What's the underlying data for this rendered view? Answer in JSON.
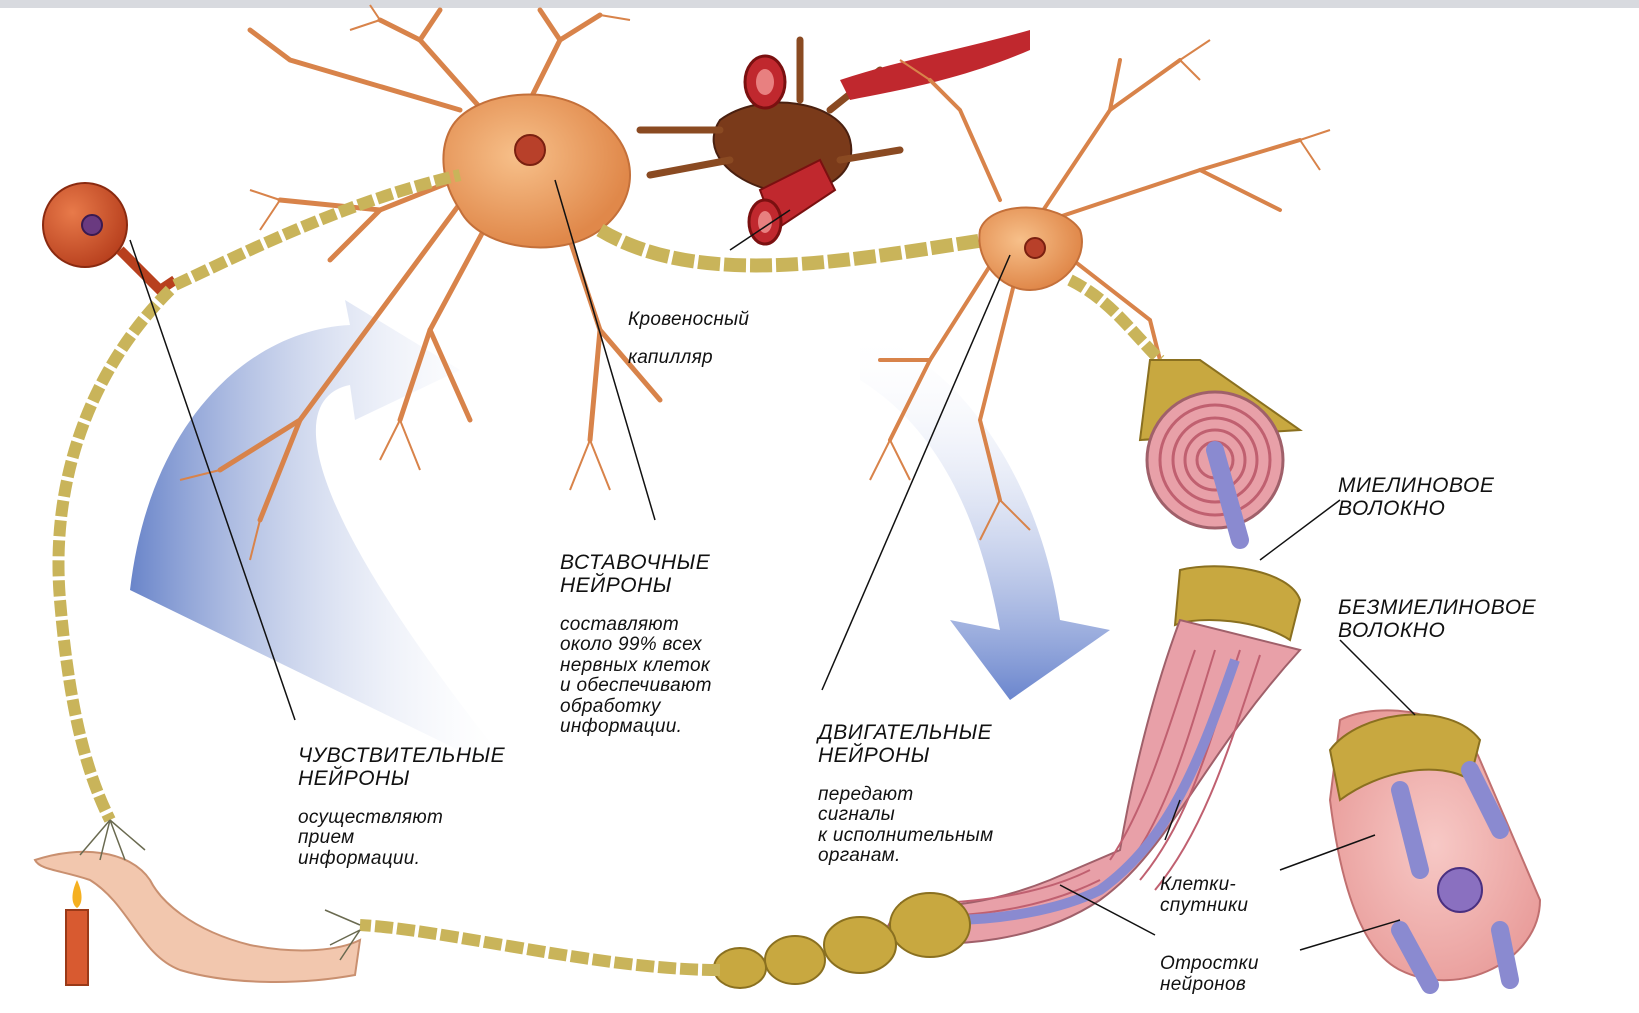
{
  "labels": {
    "capillary": {
      "title": "Кровеносный",
      "desc": "капилляр"
    },
    "interneurons": {
      "title": "ВСТАВОЧНЫЕ\nНЕЙРОНЫ",
      "desc": "составляют\nоколо 99% всех\nнервных клеток\nи обеспечивают\nобработку\nинформации."
    },
    "sensory": {
      "title": "ЧУВСТВИТЕЛЬНЫЕ\nНЕЙРОНЫ",
      "desc": "осуществляют\nприем\nинформации."
    },
    "motor": {
      "title": "ДВИГАТЕЛЬНЫЕ\nНЕЙРОНЫ",
      "desc": "передают\nсигналы\nк исполнительным\nорганам."
    },
    "myelinated": {
      "title": "МИЕЛИНОВОЕ\nВОЛОКНО"
    },
    "unmyelinated": {
      "title": "БЕЗМИЕЛИНОВОЕ\nВОЛОКНО"
    },
    "satellite": {
      "title": "Клетки-\nспутники"
    },
    "processes": {
      "title": "Отростки\nнейронов"
    }
  },
  "colors": {
    "neuron": "#e9a06a",
    "neuron_dark": "#c4703a",
    "axon": "#c9b45a",
    "myelin": "#c8a840",
    "vessel": "#b8202a",
    "arrow": "#6b86c8",
    "pink": "#e8a0a8",
    "fiber": "#8a8ad0"
  }
}
